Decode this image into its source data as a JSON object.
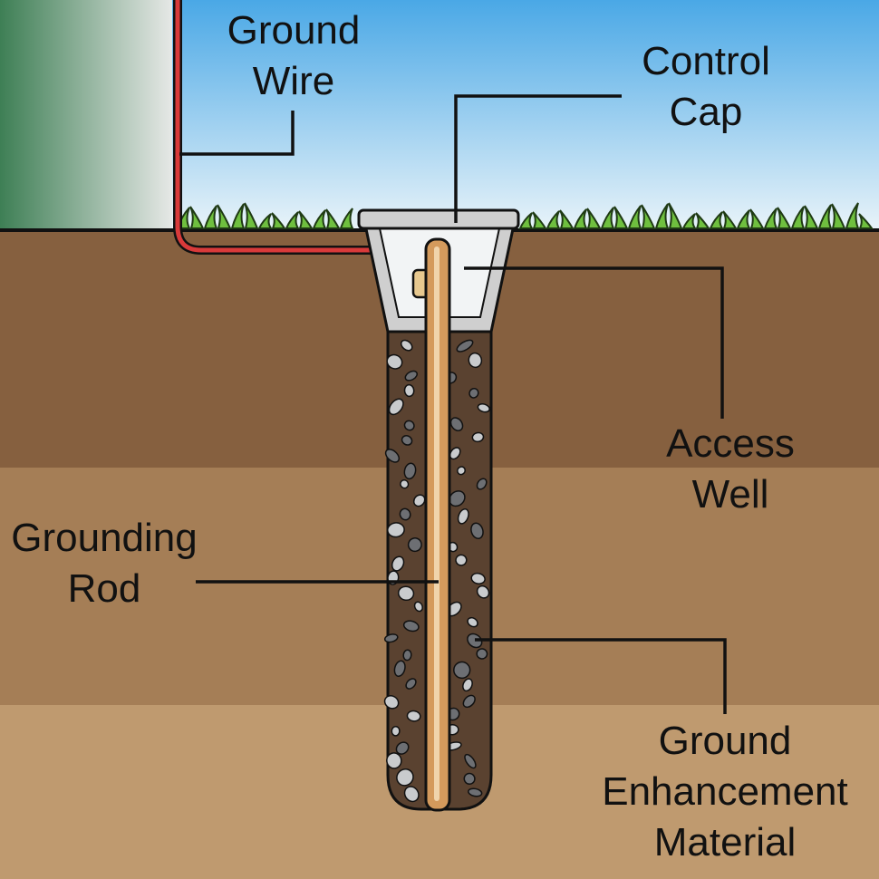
{
  "labels": {
    "ground_wire": [
      "Ground",
      "Wire"
    ],
    "control_cap": [
      "Control",
      "Cap"
    ],
    "access_well": [
      "Access",
      "Well"
    ],
    "grounding_rod": [
      "Grounding",
      "Rod"
    ],
    "ground_enhancement": [
      "Ground",
      "Enhancement",
      "Material"
    ]
  },
  "colors": {
    "sky_top": "#4aa8e6",
    "sky_bottom": "#e9f3f8",
    "building_dark": "#3e7f55",
    "building_light": "#e4e7e5",
    "grass": "#6fbf3f",
    "soil_top": "#86603f",
    "soil_mid": "#a57e56",
    "soil_bottom": "#bf9a6f",
    "wire": "#d93a3a",
    "rod": "#d49a5c",
    "enhancement": "#5a4230",
    "cap": "#cfcfcf",
    "well": "#f2f4f5"
  }
}
